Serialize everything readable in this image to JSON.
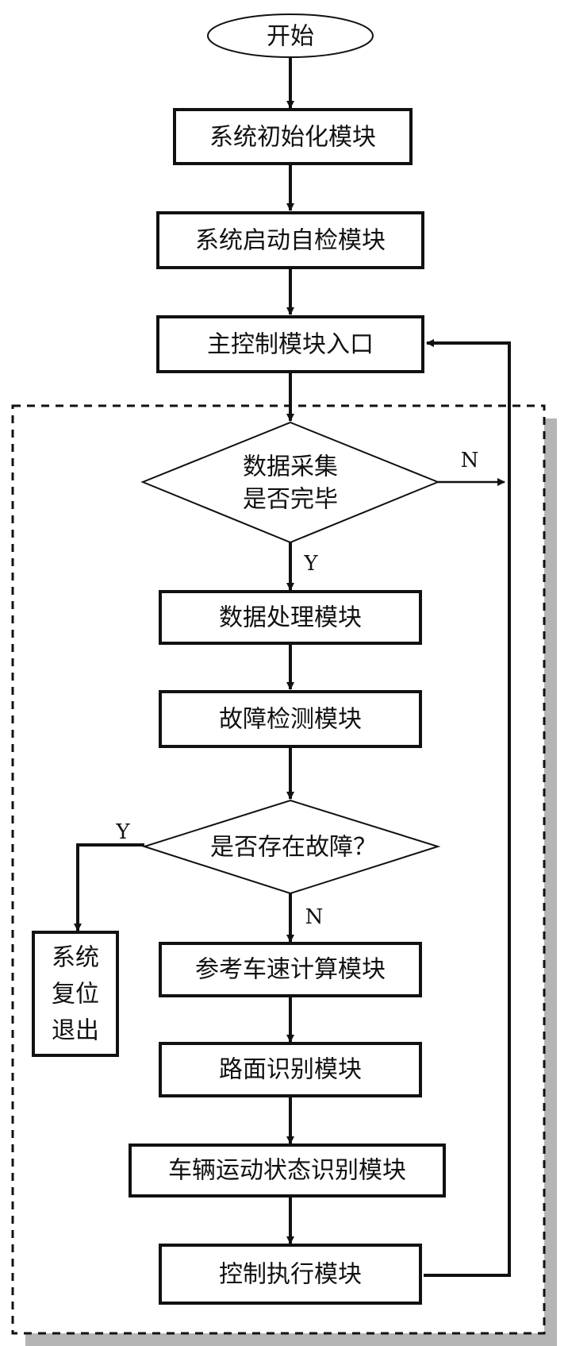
{
  "nodes": {
    "start": "开始",
    "init": "系统初始化模块",
    "selfcheck": "系统启动自检模块",
    "main_entry": "主控制模块入口",
    "decision_collect_line1": "数据采集",
    "decision_collect_line2": "是否完毕",
    "data_proc": "数据处理模块",
    "fault_detect": "故障检测模块",
    "decision_fault": "是否存在故障？",
    "reset_line1": "系统",
    "reset_line2": "复位",
    "reset_line3": "退出",
    "ref_speed": "参考车速计算模块",
    "road_recog": "路面识别模块",
    "vehicle_state": "车辆运动状态识别模块",
    "control_exec": "控制执行模块"
  },
  "branch_labels": {
    "collect_no": "N",
    "collect_yes": "Y",
    "fault_yes": "Y",
    "fault_no": "N"
  },
  "colors": {
    "stroke": "#111111",
    "shadow": "#b5b5b5",
    "fill": "#ffffff"
  }
}
